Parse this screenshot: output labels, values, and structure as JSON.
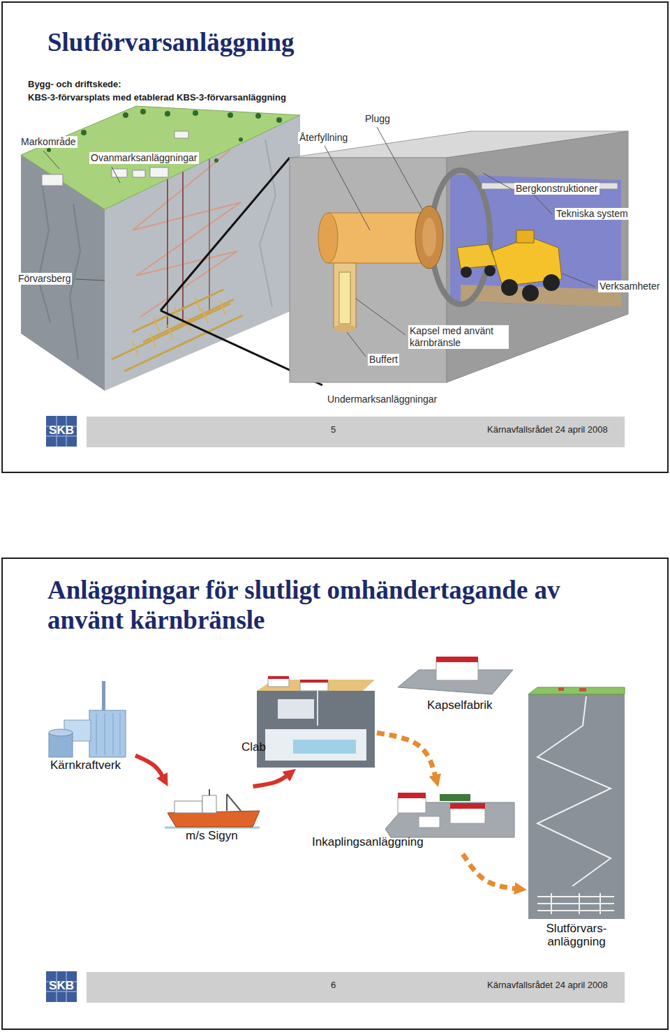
{
  "diagram": {
    "nodes": [
      {
        "text": [
          "Slutförvarsanläggning"
        ]
      },
      {
        "text": [
          "Anläggningar för slutligt omhändertagande av använt kärnbränsle"
        ]
      },
      {
        "text": [
          "Kärnkraftverk"
        ],
        "in": 1
      },
      {
        "text": [
          "m/s Sigyn"
        ],
        "in": 1
      },
      {
        "text": [
          "Clab"
        ],
        "in": 1
      },
      {
        "text": [
          "Kapselfabrik"
        ],
        "in": 1
      },
      {
        "text": [
          "Inkaplingsanläggning"
        ],
        "in": 1
      },
      {
        "text": [
          "Slutförvars- anläggning"
        ],
        "in": 1
      }
    ],
    "edges": [
      {
        "from": 2,
        "to": 3,
        "arrow": "to"
      },
      {
        "from": 3,
        "to": 4,
        "arrow": "to"
      },
      {
        "from": 4,
        "to": 6,
        "arrow": "to"
      },
      {
        "from": 6,
        "to": 7,
        "arrow": "to"
      }
    ],
    "labels": [
      "Bygg- och driftskede:",
      "KBS-3-förvarsplats med etablerad KBS-3-förvarsanläggning",
      "Markområde",
      "Ovanmarksanläggningar",
      "Plugg",
      "Återfyllning",
      "Bergkonstruktioner",
      "Tekniska system",
      "Förvarsberg",
      "Verksamheter",
      "Kapsel med använt kärnbränsle",
      "Buffert",
      "Undermarksanläggningar",
      "SKB",
      "5",
      "Kärnavfallsrådet 24 april 2008",
      "SKB",
      "6",
      "Kärnavfallsrådet 24 april 2008"
    ]
  }
}
